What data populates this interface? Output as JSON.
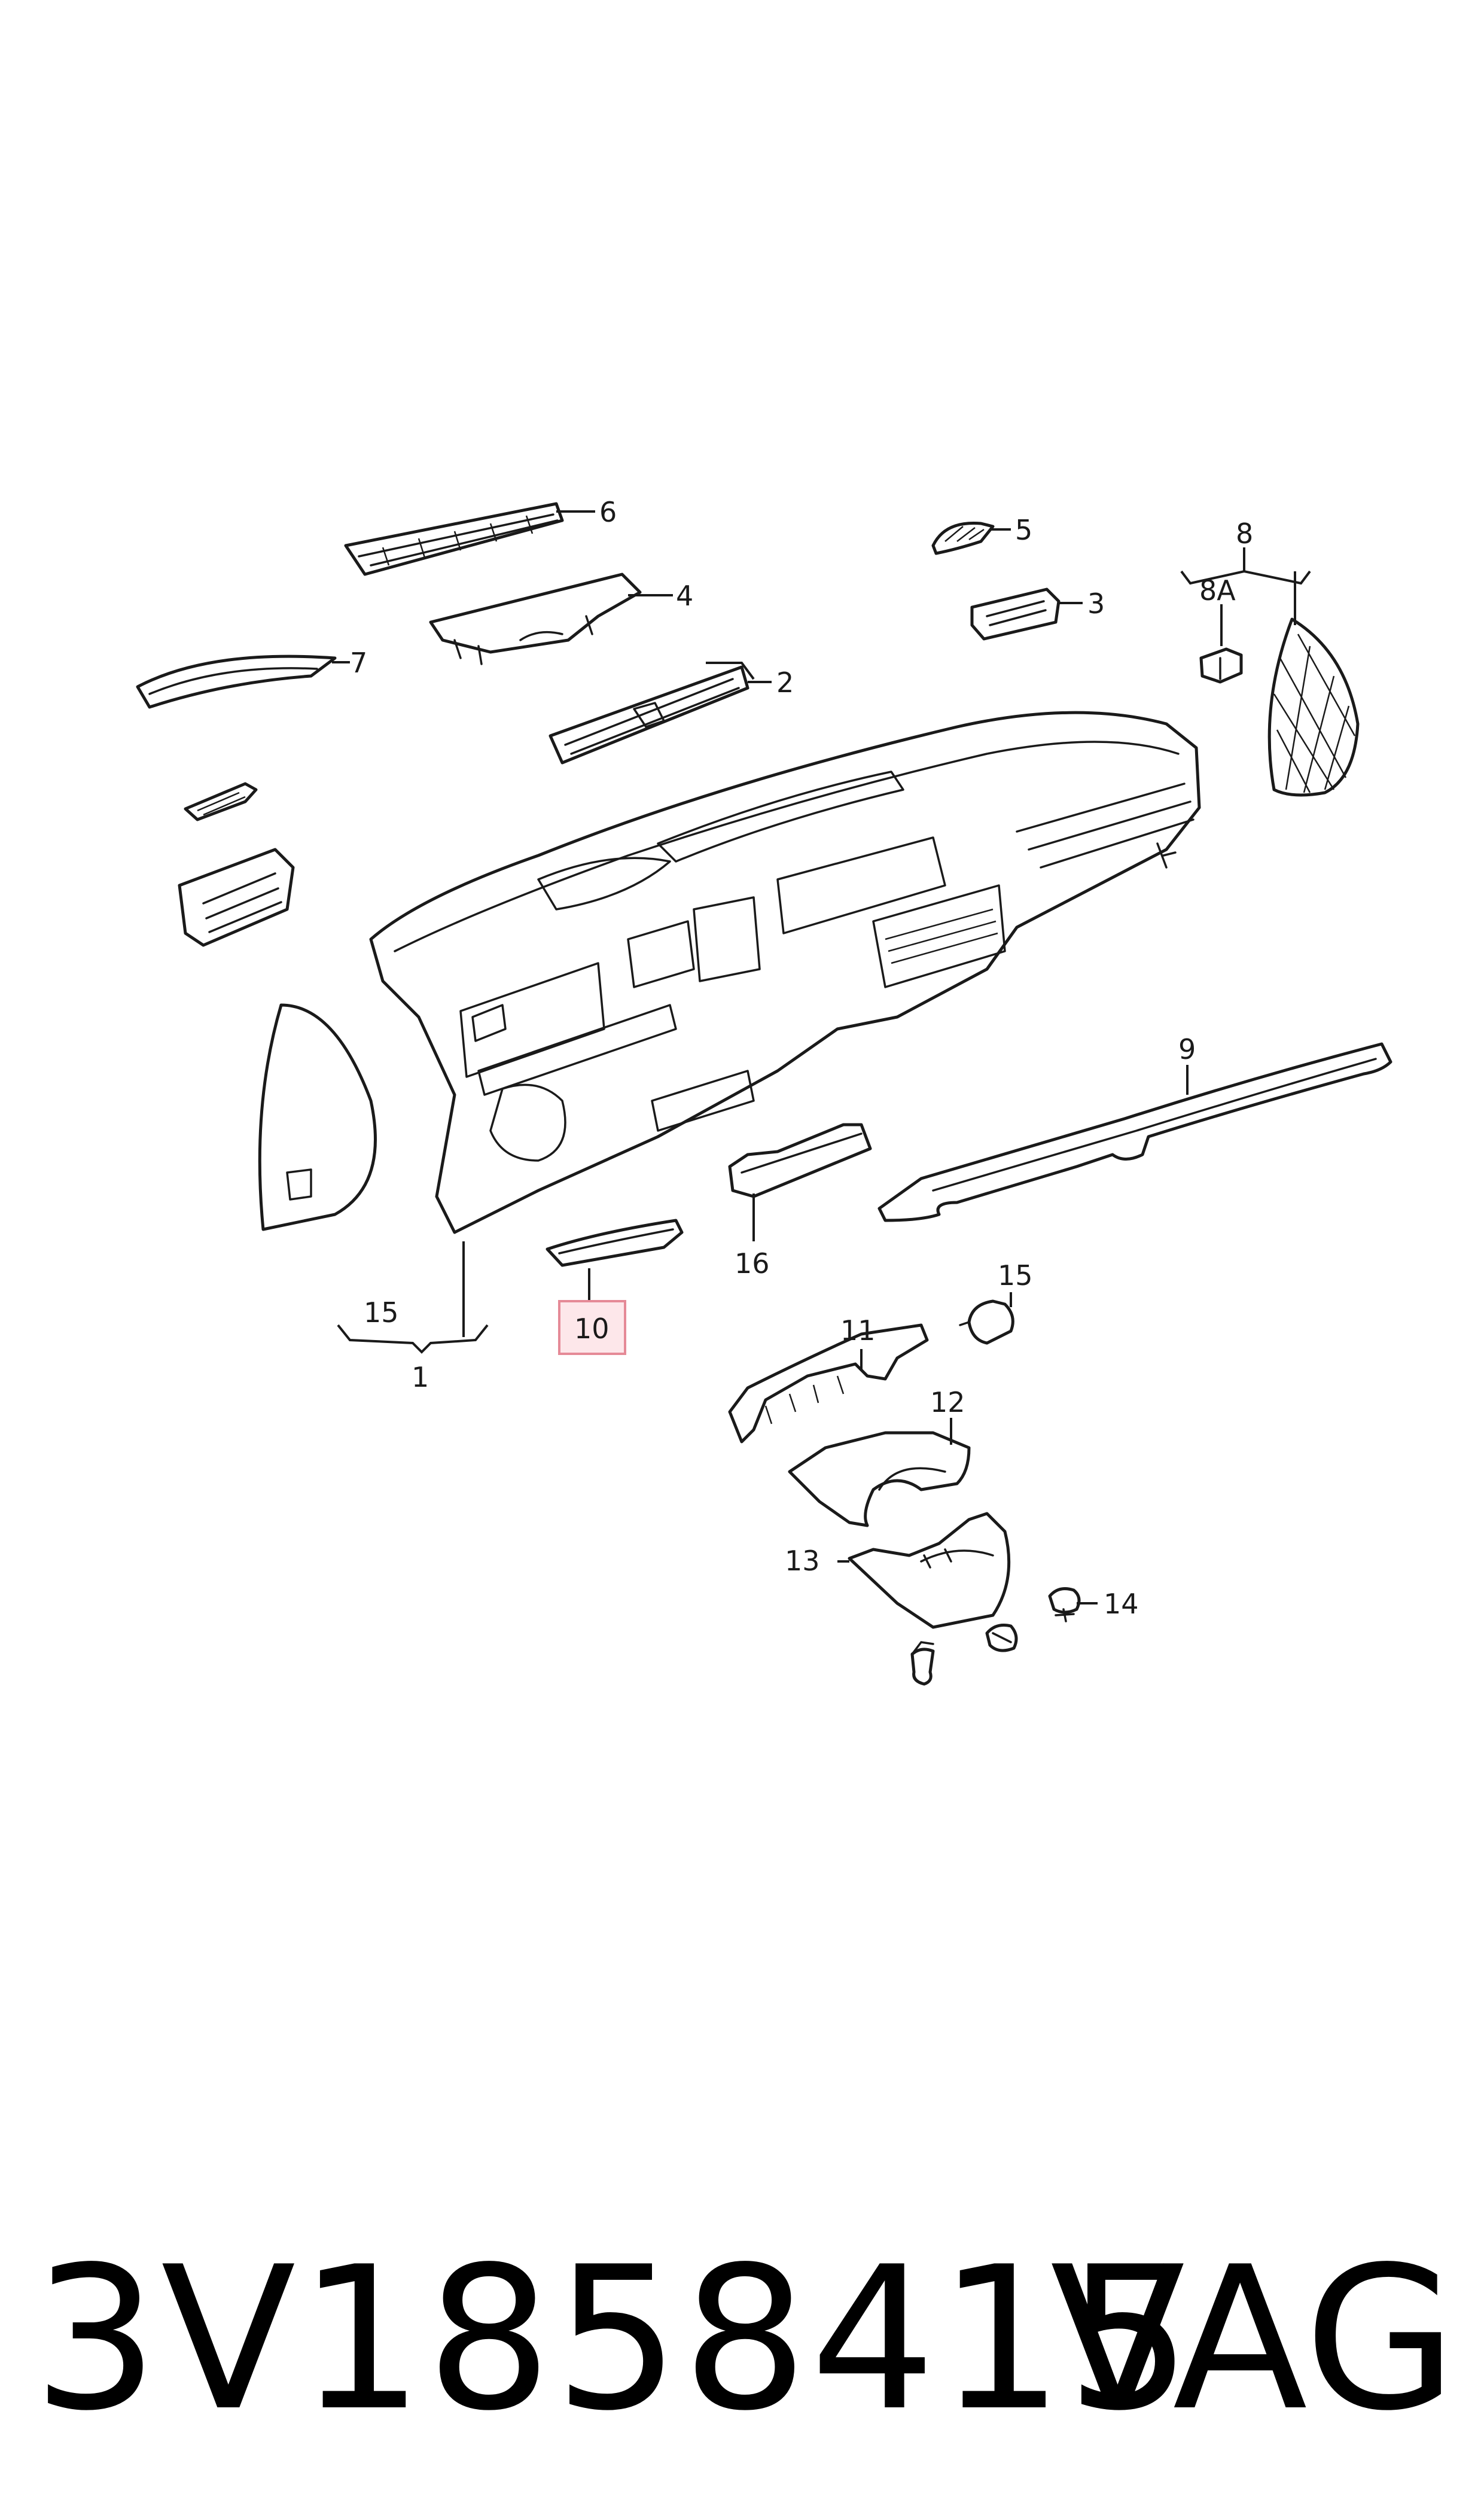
{
  "callouts": {
    "c1": "1",
    "c2": "2",
    "c3": "3",
    "c4": "4",
    "c5": "5",
    "c6": "6",
    "c7": "7",
    "c8": "8",
    "c8a": "8A",
    "c9": "9",
    "c10": "10",
    "c11": "11",
    "c12": "12",
    "c13": "13",
    "c14": "14",
    "c15a": "15",
    "c15b": "15",
    "c16": "16"
  },
  "highlighted_callout": "10",
  "colors": {
    "highlight_fill": "#fde7ea",
    "highlight_stroke": "#e58a97",
    "line": "#1a1a1a"
  },
  "footer": {
    "part_number": "3V1858415",
    "brand": "VAG"
  }
}
